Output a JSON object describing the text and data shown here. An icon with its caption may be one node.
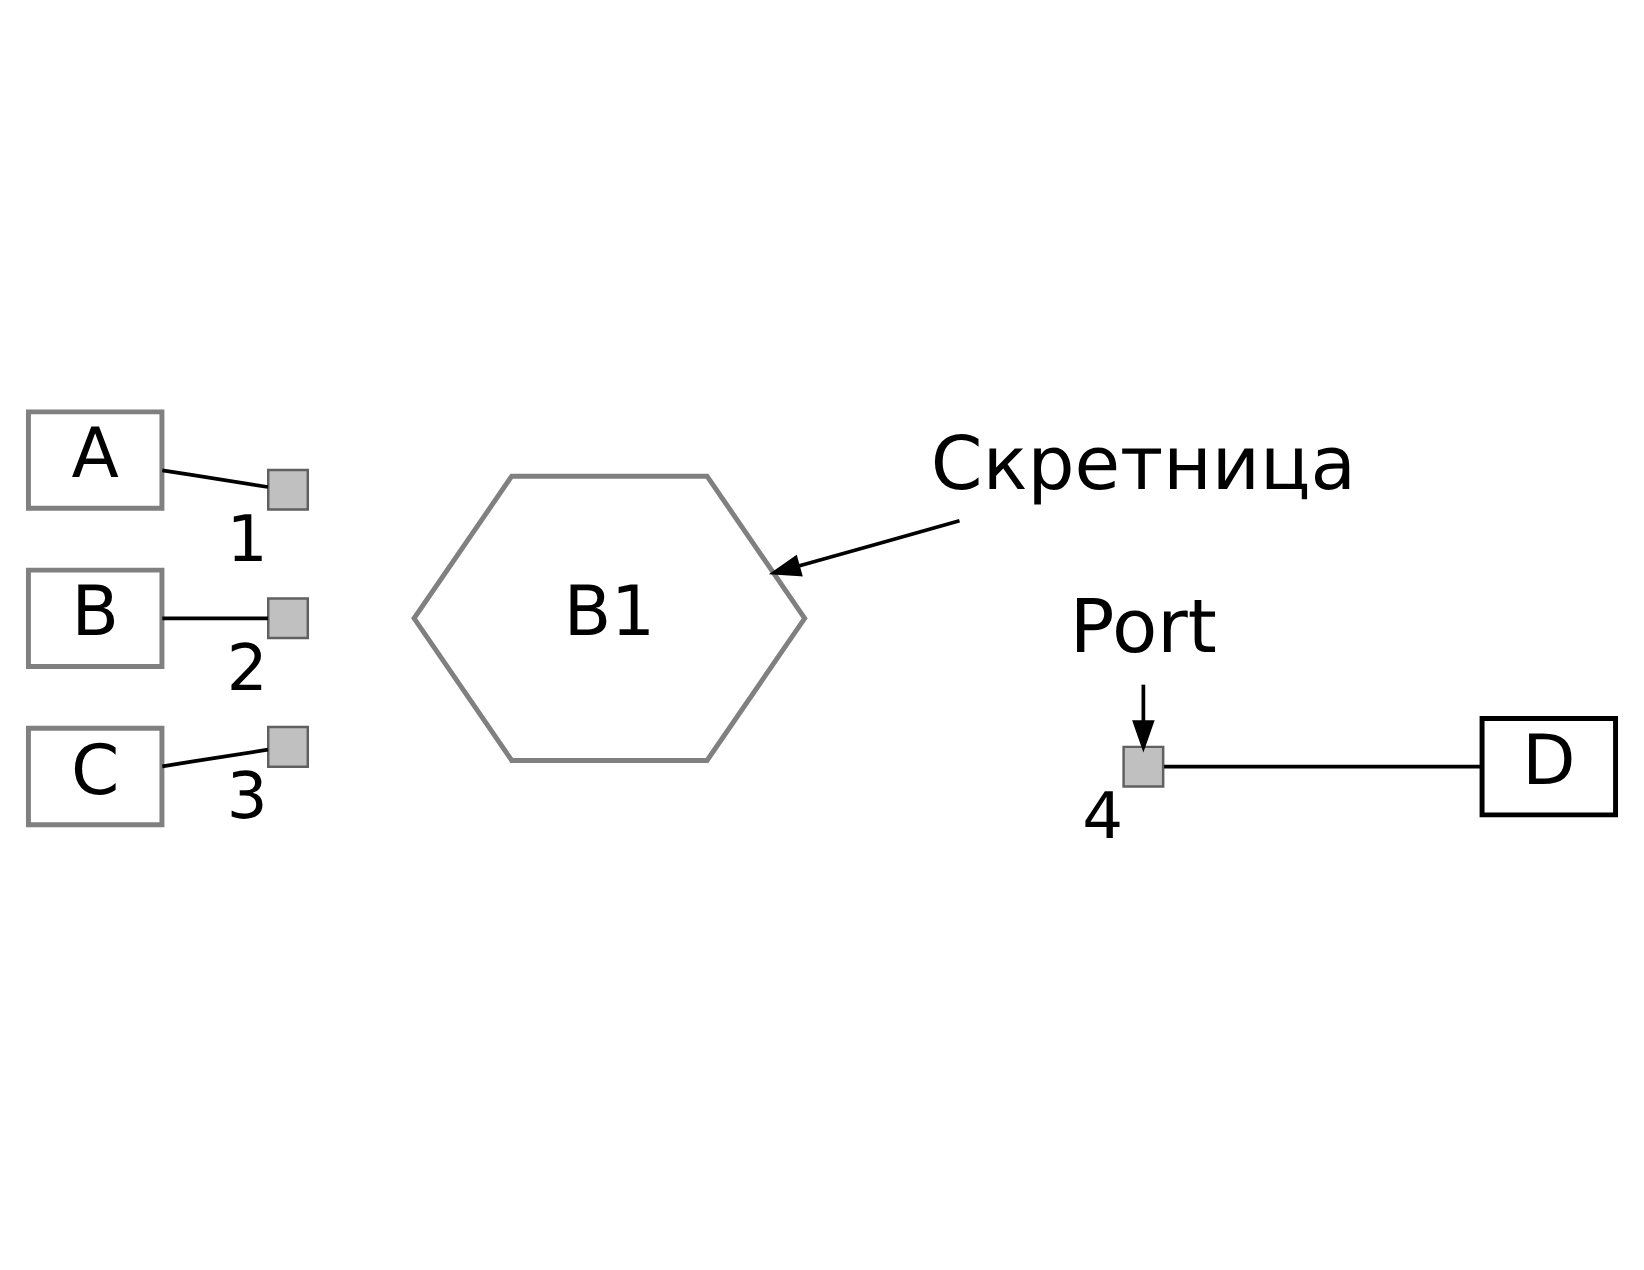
{
  "diagram": {
    "nodes": [
      {
        "text": [
          "A"
        ]
      },
      {
        "text": [
          "Port"
        ]
      },
      {
        "text": [],
        "shape": "box",
        "beside": [
          "1"
        ]
      },
      {
        "text": [
          "B"
        ]
      },
      {
        "text": [],
        "shape": "box",
        "beside": [
          "2"
        ]
      },
      {
        "text": [
          "B1"
        ]
      },
      {
        "text": [],
        "shape": "box",
        "beside": [
          "4"
        ]
      },
      {
        "text": [
          "D"
        ]
      },
      {
        "text": [],
        "shape": "box",
        "beside": [
          "3"
        ]
      },
      {
        "text": [
          "C"
        ]
      },
      {
        "text": [
          "Скретница"
        ]
      }
    ],
    "edges": [
      {
        "from": 0,
        "to": 2,
        "arrow": "none"
      },
      {
        "from": 3,
        "to": 4,
        "arrow": "none"
      },
      {
        "from": 9,
        "to": 8,
        "arrow": "none"
      },
      {
        "from": 6,
        "to": 7,
        "arrow": "none"
      },
      {
        "from": 1,
        "to": 6,
        "arrow": "to"
      },
      {
        "from": 10,
        "to": 5,
        "arrow": "to"
      }
    ]
  }
}
